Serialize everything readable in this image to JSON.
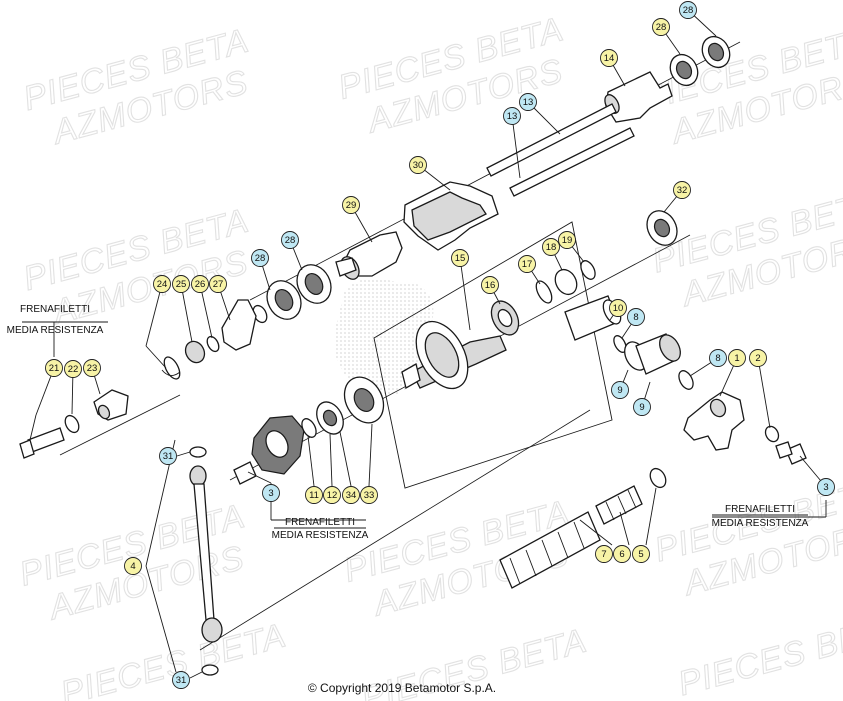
{
  "watermark": {
    "line1": "PIECES BETA",
    "line2": "AZMOTORS"
  },
  "notes": {
    "left": [
      "FRENAFILETTI",
      "MEDIA RESISTENZA"
    ],
    "bottom": [
      "FRENAFILETTI",
      "MEDIA RESISTENZA"
    ],
    "right": [
      "FRENAFILETTI",
      "MEDIA RESISTENZA"
    ]
  },
  "copyright": "© Copyright 2019 Betamotor S.p.A.",
  "colors": {
    "callout_yellow": "#f7f3a6",
    "callout_blue": "#bfe7f3",
    "line": "#1a1a1a"
  },
  "callouts": [
    {
      "id": "c28a",
      "label": "28",
      "style": "blue"
    },
    {
      "id": "c28b",
      "label": "28",
      "style": "yellow"
    },
    {
      "id": "c14",
      "label": "14",
      "style": "yellow"
    },
    {
      "id": "c13a",
      "label": "13",
      "style": "blue"
    },
    {
      "id": "c13b",
      "label": "13",
      "style": "blue"
    },
    {
      "id": "c30",
      "label": "30",
      "style": "yellow"
    },
    {
      "id": "c29",
      "label": "29",
      "style": "yellow"
    },
    {
      "id": "c28c",
      "label": "28",
      "style": "blue"
    },
    {
      "id": "c28d",
      "label": "28",
      "style": "blue"
    },
    {
      "id": "c32",
      "label": "32",
      "style": "yellow"
    },
    {
      "id": "c15",
      "label": "15",
      "style": "yellow"
    },
    {
      "id": "c17",
      "label": "17",
      "style": "yellow"
    },
    {
      "id": "c18",
      "label": "18",
      "style": "yellow"
    },
    {
      "id": "c19",
      "label": "19",
      "style": "yellow"
    },
    {
      "id": "c16",
      "label": "16",
      "style": "yellow"
    },
    {
      "id": "c24",
      "label": "24",
      "style": "yellow"
    },
    {
      "id": "c25",
      "label": "25",
      "style": "yellow"
    },
    {
      "id": "c26",
      "label": "26",
      "style": "yellow"
    },
    {
      "id": "c27",
      "label": "27",
      "style": "yellow"
    },
    {
      "id": "c10",
      "label": "10",
      "style": "yellow"
    },
    {
      "id": "c8a",
      "label": "8",
      "style": "blue"
    },
    {
      "id": "c8b",
      "label": "8",
      "style": "blue"
    },
    {
      "id": "c1",
      "label": "1",
      "style": "yellow"
    },
    {
      "id": "c2",
      "label": "2",
      "style": "yellow"
    },
    {
      "id": "c9a",
      "label": "9",
      "style": "blue"
    },
    {
      "id": "c9b",
      "label": "9",
      "style": "blue"
    },
    {
      "id": "c21",
      "label": "21",
      "style": "yellow"
    },
    {
      "id": "c22",
      "label": "22",
      "style": "yellow"
    },
    {
      "id": "c23",
      "label": "23",
      "style": "yellow"
    },
    {
      "id": "c31a",
      "label": "31",
      "style": "blue"
    },
    {
      "id": "c31b",
      "label": "31",
      "style": "blue"
    },
    {
      "id": "c3a",
      "label": "3",
      "style": "blue"
    },
    {
      "id": "c3b",
      "label": "3",
      "style": "blue"
    },
    {
      "id": "c11",
      "label": "11",
      "style": "yellow"
    },
    {
      "id": "c12",
      "label": "12",
      "style": "yellow"
    },
    {
      "id": "c34",
      "label": "34",
      "style": "yellow"
    },
    {
      "id": "c33",
      "label": "33",
      "style": "yellow"
    },
    {
      "id": "c4",
      "label": "4",
      "style": "yellow"
    },
    {
      "id": "c7",
      "label": "7",
      "style": "yellow"
    },
    {
      "id": "c6",
      "label": "6",
      "style": "yellow"
    },
    {
      "id": "c5",
      "label": "5",
      "style": "yellow"
    }
  ]
}
